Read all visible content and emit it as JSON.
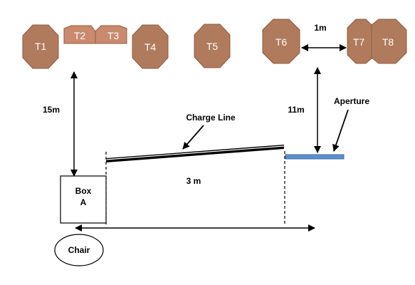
{
  "colors": {
    "table_fill": "#b07a5c",
    "table_stroke": "#8f5c40",
    "half_table_fill": "#c98a6e",
    "aperture": "#5b8fcf",
    "line": "#000000"
  },
  "tables": {
    "t1": "T1",
    "t2": "T2",
    "t3": "T3",
    "t4": "T4",
    "t5": "T5",
    "t6": "T6",
    "t7": "T7",
    "t8": "T8"
  },
  "labels": {
    "charge_line": "Charge Line",
    "aperture": "Aperture",
    "dist_15m": "15m",
    "dist_11m": "11m",
    "dist_1m": "1m",
    "dist_3m": "3 m",
    "box_line1": "Box",
    "box_line2": "A",
    "chair": "Chair"
  }
}
